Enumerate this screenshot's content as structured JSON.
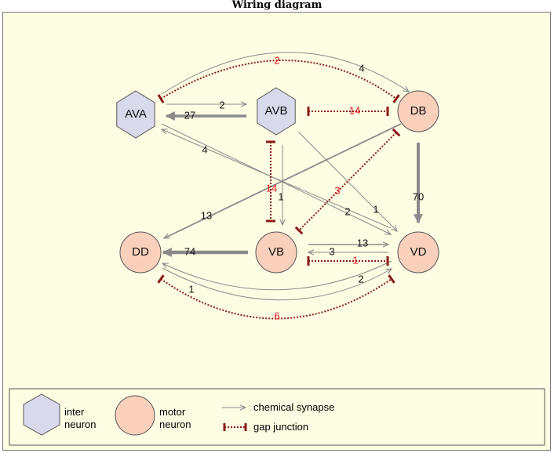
{
  "title": "Wiring diagram",
  "colors": {
    "background": "#fdfde3",
    "inter_fill": "#d9d9ec",
    "motor_fill": "#f8d0bc",
    "chemical": "#8a8a8a",
    "gap": "#8b1a1a",
    "gap_label": "#e8141e"
  },
  "nodes": {
    "AVA": {
      "label": "AVA",
      "type": "inter"
    },
    "AVB": {
      "label": "AVB",
      "type": "inter"
    },
    "DB": {
      "label": "DB",
      "type": "motor"
    },
    "DD": {
      "label": "DD",
      "type": "motor"
    },
    "VB": {
      "label": "VB",
      "type": "motor"
    },
    "VD": {
      "label": "VD",
      "type": "motor"
    }
  },
  "chemical_synapses": [
    {
      "from": "AVA",
      "to": "DB",
      "weight": "4"
    },
    {
      "from": "AVA",
      "to": "AVB",
      "weight": "2"
    },
    {
      "from": "AVB",
      "to": "AVA",
      "weight": "27"
    },
    {
      "from": "AVA",
      "to": "VD",
      "weight": "2"
    },
    {
      "from": "VD",
      "to": "AVA",
      "weight": "4"
    },
    {
      "from": "AVB",
      "to": "VB",
      "weight": "1"
    },
    {
      "from": "AVB",
      "to": "VD",
      "weight": "1"
    },
    {
      "from": "DB",
      "to": "DD",
      "weight": "13"
    },
    {
      "from": "DB",
      "to": "VD",
      "weight": "70"
    },
    {
      "from": "VB",
      "to": "DD",
      "weight": "74"
    },
    {
      "from": "VB",
      "to": "VD",
      "weight": "13"
    },
    {
      "from": "VD",
      "to": "VB",
      "weight": "3"
    },
    {
      "from": "DD",
      "to": "VD",
      "weight": "1"
    },
    {
      "from": "VD",
      "to": "DD",
      "weight": "2"
    }
  ],
  "gap_junctions": [
    {
      "a": "AVA",
      "b": "DB",
      "weight": "2"
    },
    {
      "a": "AVB",
      "b": "DB",
      "weight": "14"
    },
    {
      "a": "AVB",
      "b": "VB",
      "weight": "14"
    },
    {
      "a": "DB",
      "b": "VB",
      "weight": "3"
    },
    {
      "a": "VB",
      "b": "VD",
      "weight": "1"
    },
    {
      "a": "DD",
      "b": "VD",
      "weight": "6"
    }
  ],
  "legend": {
    "inter": "inter\nneuron",
    "inter_line1": "inter",
    "inter_line2": "neuron",
    "motor_line1": "motor",
    "motor_line2": "neuron",
    "chemical": "chemical synapse",
    "gap": "gap junction"
  }
}
